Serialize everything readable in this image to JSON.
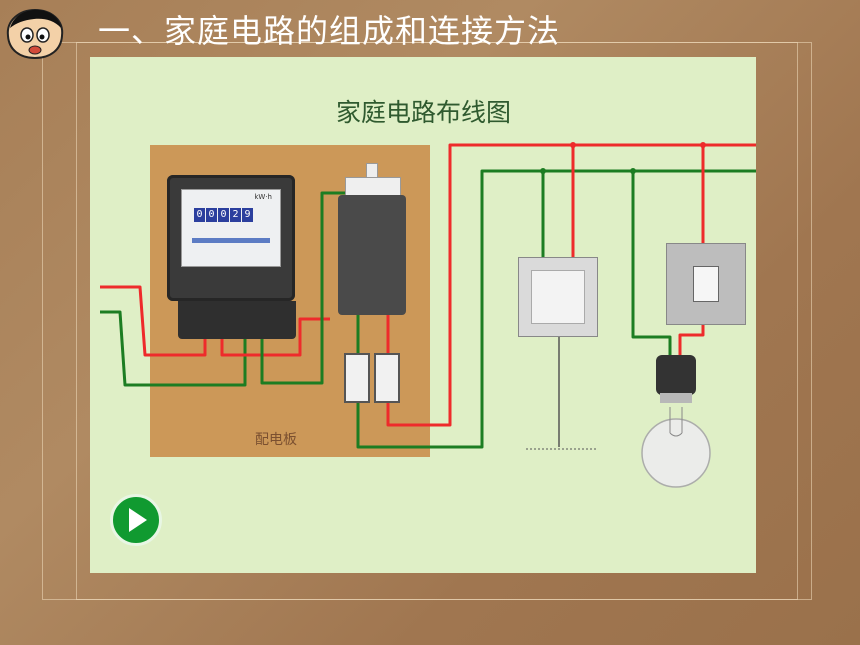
{
  "slide": {
    "title": "一、家庭电路的组成和连接方法"
  },
  "diagram": {
    "title": "家庭电路布线图",
    "board_label": "配电板",
    "meter": {
      "unit": "kW·h",
      "reading": "00029"
    },
    "wire_colors": {
      "live": "#ee2b2b",
      "neutral": "#1c7d22"
    }
  },
  "controls": {
    "play": "play-icon"
  }
}
